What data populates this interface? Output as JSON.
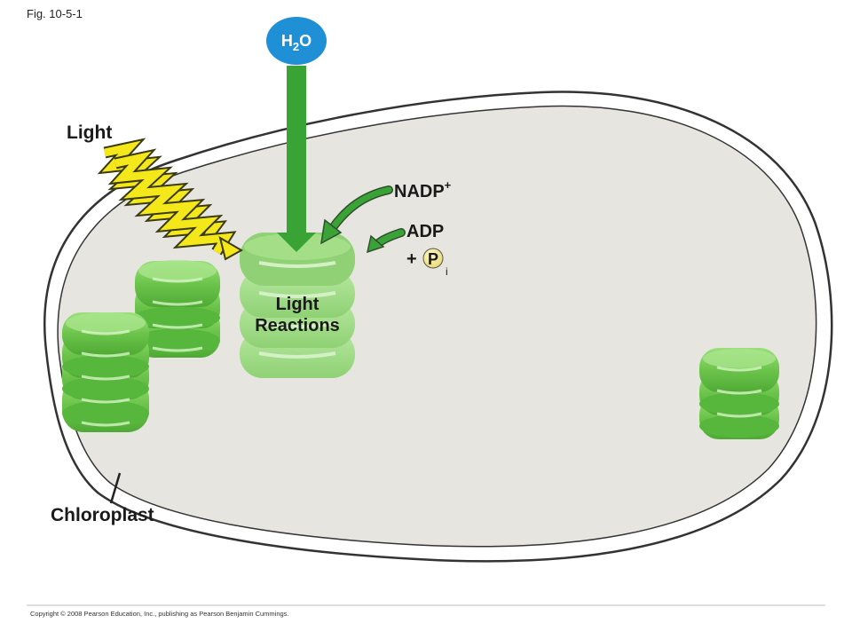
{
  "figure_label": "Fig. 10-5-1",
  "inputs": {
    "water": {
      "main": "H",
      "sub": "2",
      "tail": "O"
    },
    "light": "Light",
    "nadp": {
      "main": "NADP",
      "sup": "+"
    },
    "adp": "ADP",
    "plus": "+",
    "phosphate": {
      "main": "P",
      "sub": "i"
    }
  },
  "process": {
    "line1": "Light",
    "line2": "Reactions"
  },
  "structure": {
    "chloroplast": "Chloroplast"
  },
  "copyright": "Copyright © 2008 Pearson Education, Inc., publishing as Pearson Benjamin Cummings.",
  "colors": {
    "water_badge": "#1f8fd6",
    "arrow_green": "#3aa335",
    "light_bolt": "#f5e81a",
    "chloroplast_fill": "#e6e5df",
    "thylakoid_green": "#7fcf5a"
  }
}
